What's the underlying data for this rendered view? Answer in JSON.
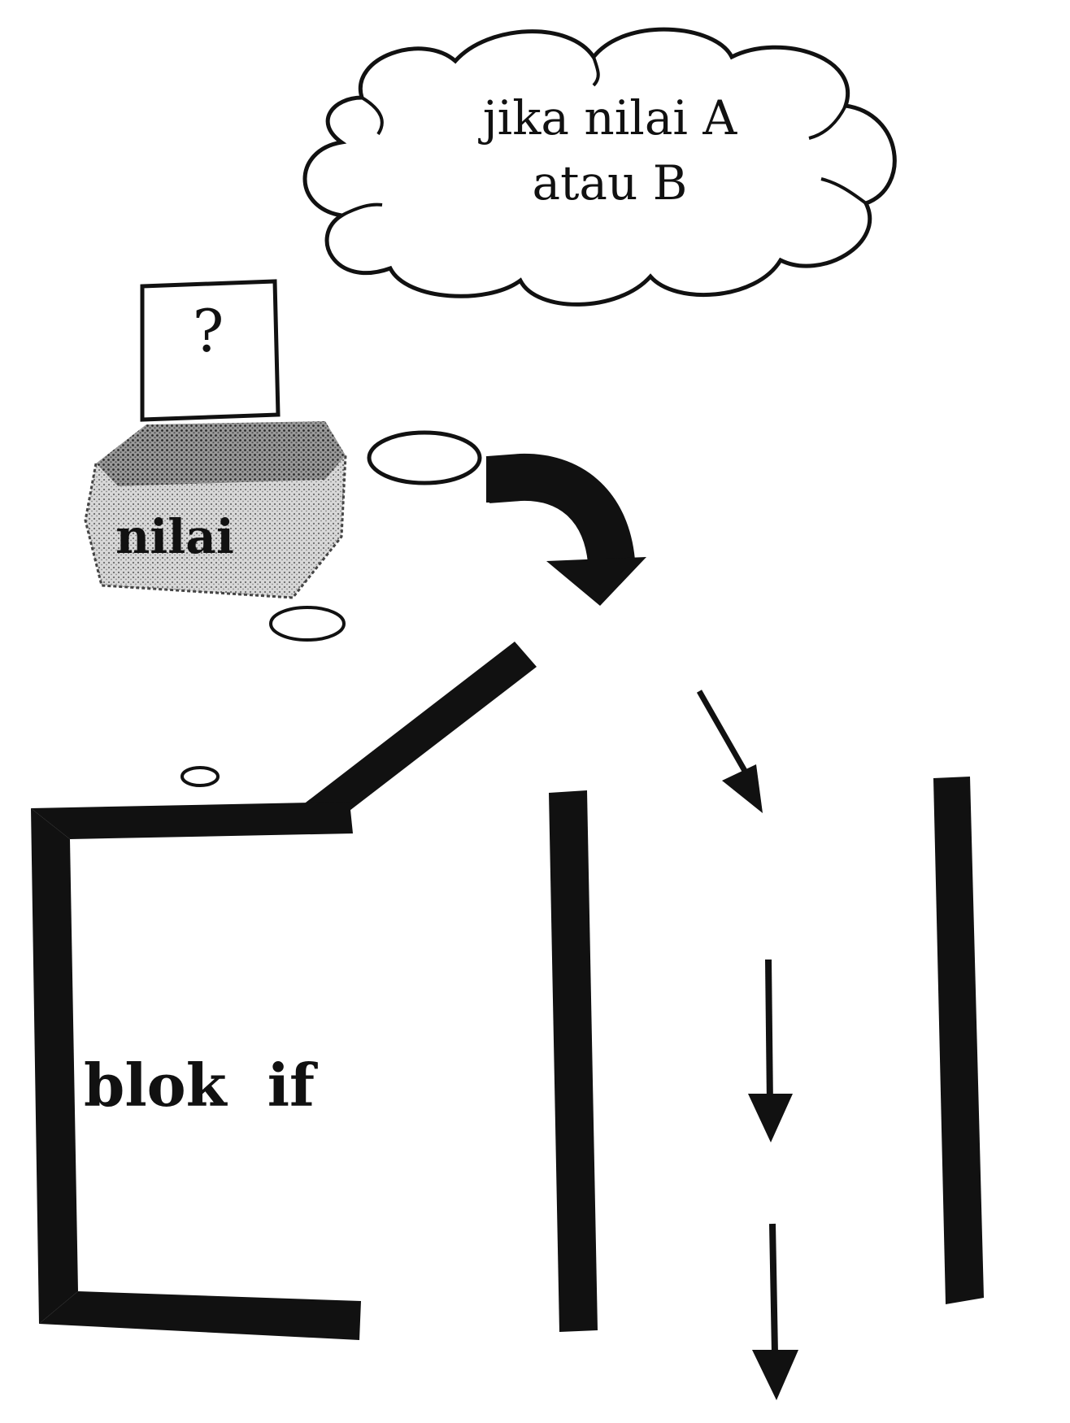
{
  "cloud_text": {
    "line1": "jika nilai A",
    "line2": "atau B"
  },
  "screen_symbol": "?",
  "box_label": "nilai",
  "block_label": "blok  if",
  "colors": {
    "ink": "#111111",
    "paper": "#ffffff"
  }
}
